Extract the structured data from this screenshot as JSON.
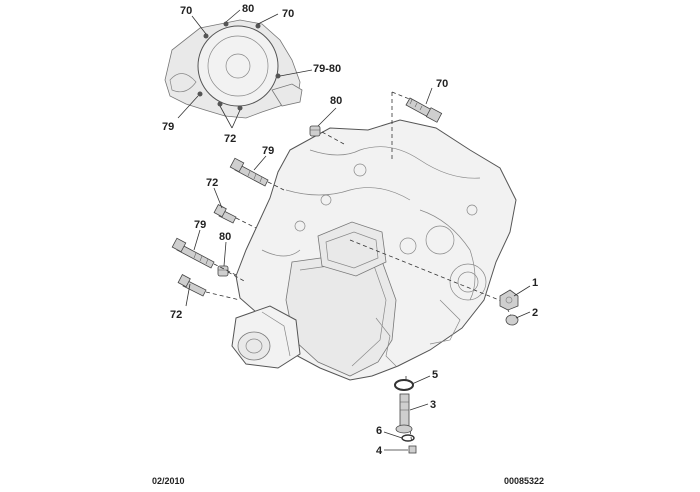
{
  "callouts": {
    "inset_70_left": "70",
    "inset_80": "80",
    "inset_70_right": "70",
    "inset_79_80": "79-80",
    "inset_79": "79",
    "inset_72": "72",
    "bolt_70": "70",
    "bolt_80_top": "80",
    "bolt_79_upper": "79",
    "bolt_72_upper": "72",
    "bolt_79_lower": "79",
    "bolt_80_lower": "80",
    "bolt_72_lower": "72",
    "part_1": "1",
    "part_2": "2",
    "part_5": "5",
    "part_3": "3",
    "part_6": "6",
    "part_4": "4"
  },
  "footer": {
    "date": "02/2010",
    "reference": "00085322"
  }
}
